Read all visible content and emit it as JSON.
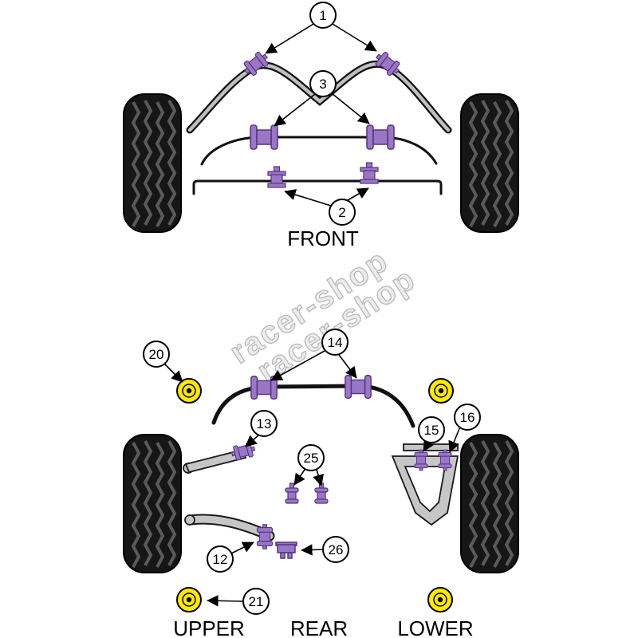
{
  "labels": {
    "front": "FRONT",
    "upper": "UPPER",
    "rear": "REAR",
    "lower": "LOWER"
  },
  "watermark": {
    "line1": "racer-shop",
    "line2": "racer-shop"
  },
  "callouts": {
    "c1": "1",
    "c2": "2",
    "c3": "3",
    "c12": "12",
    "c13": "13",
    "c14": "14",
    "c15": "15",
    "c16": "16",
    "c20": "20",
    "c21": "21",
    "c25": "25",
    "c26": "26"
  },
  "colors": {
    "bushing_purple": "#9B76C6",
    "bushing_purple_dark": "#53357E",
    "bushing_yellow": "#FFE900",
    "arm_gray": "#C6C6C6",
    "tire_black": "#161616",
    "watermark_gray": "#E9E9E9"
  }
}
